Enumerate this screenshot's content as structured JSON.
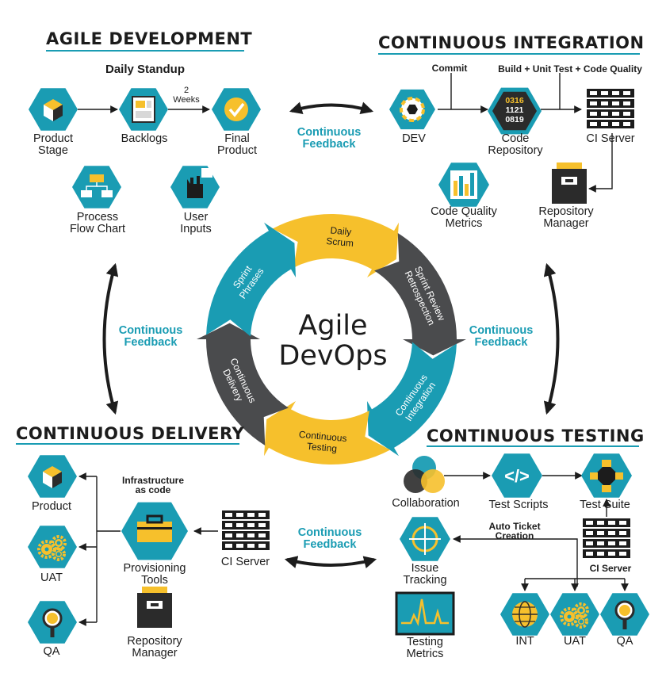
{
  "sections": {
    "agile_development": "AGILE DEVELOPMENT",
    "continuous_integration": "CONTINUOUS INTEGRATION",
    "continuous_delivery": "CONTINUOUS DELIVERY",
    "continuous_testing": "CONTINUOUS TESTING"
  },
  "agile": {
    "daily_standup": "Daily Standup",
    "weeks": "2\nWeeks",
    "product_stage": "Product\nStage",
    "backlogs": "Backlogs",
    "final_product": "Final\nProduct",
    "process_flow_chart": "Process\nFlow Chart",
    "user_inputs": "User\nInputs"
  },
  "ci": {
    "commit": "Commit",
    "build": "Build + Unit Test + Code Quality",
    "dev": "DEV",
    "code_repository": "Code\nRepository",
    "code_numbers": [
      "0316",
      "1121",
      "0819"
    ],
    "ci_server": "CI Server",
    "code_quality_metrics": "Code Quality\nMetrics",
    "repository_manager": "Repository\nManager"
  },
  "feedback": "Continuous\nFeedback",
  "cycle": {
    "title": "Agile\nDevOps",
    "segments": [
      "Daily\nScrum",
      "Sprint Review\nRetrospection",
      "Continuous\nIntegration",
      "Continuous\nTesting",
      "Continuous\nDelivery",
      "Sprint\nPhrases"
    ]
  },
  "delivery": {
    "product": "Product",
    "uat": "UAT",
    "qa": "QA",
    "infrastructure": "Infrastructure\nas code",
    "provisioning_tools": "Provisioning\nTools",
    "ci_server": "CI Server",
    "repository_manager": "Repository\nManager"
  },
  "testing": {
    "collaboration": "Collaboration",
    "test_scripts": "Test Scripts",
    "test_suite": "Test Suite",
    "auto_ticket": "Auto Ticket\nCreation",
    "issue_tracking": "Issue\nTracking",
    "ci_server": "CI Server",
    "testing_metrics": "Testing\nMetrics",
    "int": "INT",
    "uat": "UAT",
    "qa": "QA"
  },
  "colors": {
    "teal": "#1a9cb3",
    "yellow": "#f6c02c",
    "dark": "#4a4b4d",
    "black": "#1c1c1c"
  }
}
